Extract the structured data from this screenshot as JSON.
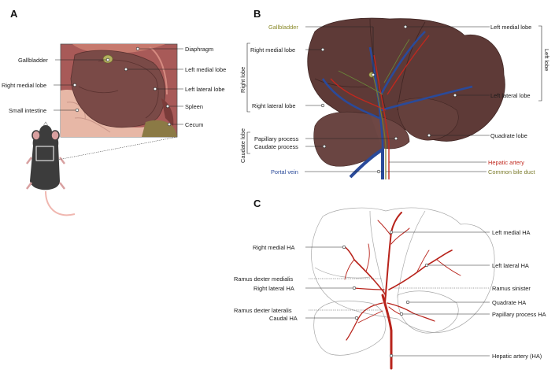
{
  "colors": {
    "liver": "#5e3a37",
    "liver_dark": "#4a2b29",
    "portal_vein": "#2a4a9a",
    "hepatic_artery": "#c0281e",
    "bile_duct": "#7a7a2a",
    "gallbladder_text": "#8a8a2a",
    "artery_text": "#c0281e",
    "portal_text": "#2a4a9a",
    "bile_text": "#7a7a2a"
  },
  "panels": {
    "a": {
      "letter": "A",
      "labels": {
        "diaphragm": "Diaphragm",
        "gallbladder": "Gallbladder",
        "left_medial_lobe": "Left medial lobe",
        "right_medial_lobe": "Right medial lobe",
        "left_lateral_lobe": "Left lateral lobe",
        "small_intestine": "Small intestine",
        "spleen": "Spleen",
        "cecum": "Cecum"
      }
    },
    "b": {
      "letter": "B",
      "labels": {
        "gallbladder": "Gallbladder",
        "left_medial_lobe": "Left medial lobe",
        "right_medial_lobe": "Right medial lobe",
        "right_lateral_lobe": "Right lateral lobe",
        "left_lateral_lobe": "Left lateral lobe",
        "quadrate_lobe": "Quadrate lobe",
        "papillary_process": "Papillary process",
        "caudate_process": "Caudate process",
        "hepatic_artery": "Hepatic artery",
        "portal_vein": "Portal vein",
        "common_bile_duct": "Common bile duct"
      },
      "groups": {
        "right_lobe": "Right lobe",
        "caudate_lobe": "Caudate lobe",
        "left_lobe": "Left lobe"
      }
    },
    "c": {
      "letter": "C",
      "labels": {
        "left_medial_ha": "Left medial HA",
        "right_medial_ha": "Right medial HA",
        "left_lateral_ha": "Left lateral HA",
        "ramus_dexter_medialis": "Ramus dexter medialis",
        "ramus_sinister": "Ramus sinister",
        "right_lateral_ha": "Right lateral HA",
        "quadrate_ha": "Quadrate HA",
        "ramus_dexter_lateralis": "Ramus dexter lateralis",
        "caudal_ha": "Caudal HA",
        "papillary_process_ha": "Papillary process HA",
        "hepatic_artery_ha": "Hepatic artery (HA)"
      }
    }
  }
}
